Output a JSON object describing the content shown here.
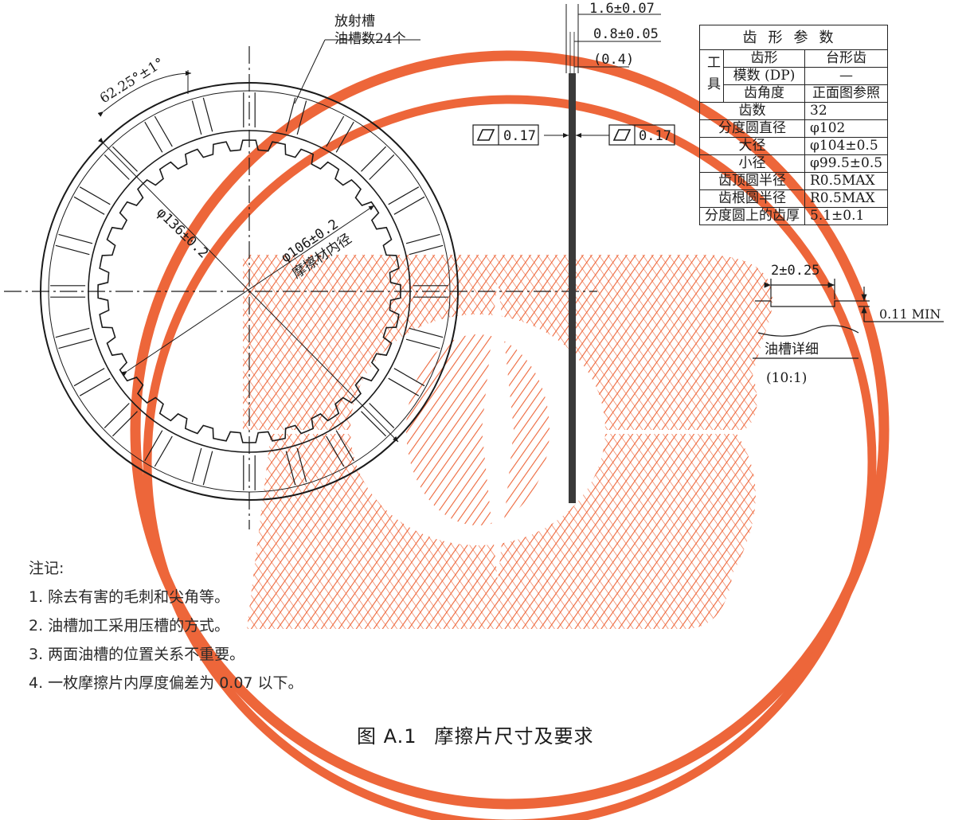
{
  "colors": {
    "watermark": "#ec5a2a",
    "line": "#1a1a1a"
  },
  "labels": {
    "radial_groove": "放射槽",
    "groove_count": "油槽数24个",
    "angle": "62.25°±1°",
    "outer_dia": "φ136±0.2",
    "inner_dia": "φ106±0.2",
    "inner_dia_note": "摩擦材内径",
    "thick_total": "1.6±0.07",
    "thick_core": "0.8±0.05",
    "thick_ref": "(0.4)",
    "flat_left": "0.17",
    "flat_right": "0.17",
    "detail_width": "2±0.25",
    "detail_depth": "0.11 MIN",
    "detail_title": "油槽详细",
    "detail_scale": "(10:1)"
  },
  "table": {
    "title": "齿形参数",
    "tool": "工具",
    "rows": [
      {
        "label": "齿形",
        "value": "台形齿"
      },
      {
        "label": "模数 (DP)",
        "value": "—"
      },
      {
        "label": "齿角度",
        "value": "正面图参照"
      },
      {
        "label": "齿数",
        "value": "32"
      },
      {
        "label": "分度圆直径",
        "value": "φ102"
      },
      {
        "label": "大径",
        "value": "φ104±0.5"
      },
      {
        "label": "小径",
        "value": "φ99.5±0.5"
      },
      {
        "label": "齿顶圆半径",
        "value": "R0.5MAX"
      },
      {
        "label": "齿根圆半径",
        "value": "R0.5MAX"
      },
      {
        "label": "分度圆上的齿厚",
        "value": "5.1±0.1"
      }
    ]
  },
  "notes": {
    "title": "注记:",
    "items": [
      "1. 除去有害的毛刺和尖角等。",
      "2. 油槽加工采用压槽的方式。",
      "3. 两面油槽的位置关系不重要。",
      "4. 一枚摩擦片内厚度偏差为 0.07 以下。"
    ]
  },
  "caption": {
    "number": "图 A.1",
    "title": "摩擦片尺寸及要求"
  }
}
